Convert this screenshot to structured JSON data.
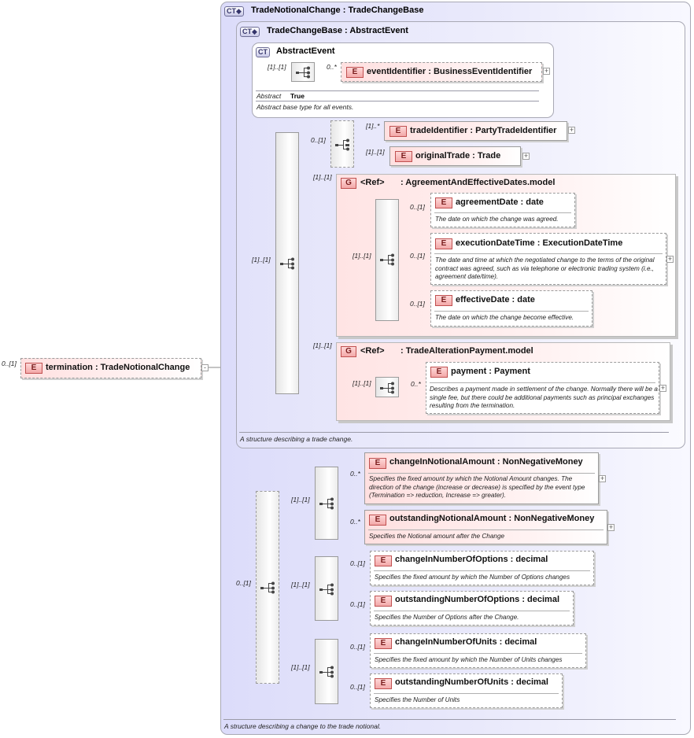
{
  "root": {
    "card": "0..[1]",
    "badge": "E",
    "title": "termination : TradeNotionalChange",
    "toggle": "-"
  },
  "ct_outer": {
    "badge": "CT◆",
    "title": "TradeNotionalChange : TradeChangeBase",
    "desc": "A structure describing a change to the trade notional."
  },
  "ct_base": {
    "badge": "CT◆",
    "title": "TradeChangeBase : AbstractEvent",
    "desc": "A structure describing a trade change."
  },
  "ct_abstract": {
    "badge": "CT",
    "title": "AbstractEvent",
    "prop_label": "Abstract",
    "prop_value": "True",
    "desc": "Abstract base type for all events.",
    "seq_card": "[1]..[1]",
    "el_card": "0..*"
  },
  "elements": {
    "eventIdentifier": {
      "badge": "E",
      "title": "eventIdentifier : BusinessEventIdentifier"
    },
    "tradeIdentifier": {
      "badge": "E",
      "title": "tradeIdentifier : PartyTradeIdentifier",
      "card": "[1]..*"
    },
    "originalTrade": {
      "badge": "E",
      "title": "originalTrade : Trade",
      "card": "[1]..[1]"
    },
    "agreementDate": {
      "badge": "E",
      "title": "agreementDate : date",
      "card": "0..[1]",
      "desc": "The date on which the change was agreed."
    },
    "executionDateTime": {
      "badge": "E",
      "title": "executionDateTime : ExecutionDateTime",
      "card": "0..[1]",
      "desc": "The date and time at which the negotiated change to the terms of the original contract was agreed, such as via telephone or electronic trading system (i.e., agreement date/time)."
    },
    "effectiveDate": {
      "badge": "E",
      "title": "effectiveDate : date",
      "card": "0..[1]",
      "desc": "The date on which the change become effective."
    },
    "payment": {
      "badge": "E",
      "title": "payment : Payment",
      "card": "0..*",
      "desc": "Describes a payment made in settlement of the change. Normally there will be a single fee, but there could be additional payments such as principal exchanges resulting from the termination."
    },
    "changeInNotionalAmount": {
      "badge": "E",
      "title": "changeInNotionalAmount : NonNegativeMoney",
      "card": "0..*",
      "desc": "Specifies the fixed amount by which the Notional Amount changes. The direction of the change (increase or decrease) is specified by the event type (Termination => reduction, Increase => greater)."
    },
    "outstandingNotionalAmount": {
      "badge": "E",
      "title": "outstandingNotionalAmount : NonNegativeMoney",
      "card": "0..*",
      "desc": "Specifies the Notional amount after the Change"
    },
    "changeInNumberOfOptions": {
      "badge": "E",
      "title": "changeInNumberOfOptions : decimal",
      "card": "0..[1]",
      "desc": "Specifies the fixed amount by which the Number of Options changes"
    },
    "outstandingNumberOfOptions": {
      "badge": "E",
      "title": "outstandingNumberOfOptions : decimal",
      "card": "0..[1]",
      "desc": "Specifies the Number of Options after the Change."
    },
    "changeInNumberOfUnits": {
      "badge": "E",
      "title": "changeInNumberOfUnits : decimal",
      "card": "0..[1]",
      "desc": "Specifies the fixed amount by which the Number of Units changes"
    },
    "outstandingNumberOfUnits": {
      "badge": "E",
      "title": "outstandingNumberOfUnits : decimal",
      "card": "0..[1]",
      "desc": "Specifies the Number of Units"
    }
  },
  "groups": {
    "agreement": {
      "badge": "G",
      "ref": "<Ref>",
      "title": ": AgreementAndEffectiveDates.model",
      "card": "[1]..[1]"
    },
    "payment": {
      "badge": "G",
      "ref": "<Ref>",
      "title": ": TradeAlterationPayment.model",
      "card": "[1]..[1]"
    }
  },
  "sequences": {
    "base_main": "[1]..[1]",
    "ids_choice": "0..[1]",
    "agreement_seq": "[1]..[1]",
    "payment_seq": "[1]..[1]",
    "outer_main": "0..[1]",
    "notional_seq": "[1]..[1]",
    "options_seq": "[1]..[1]",
    "units_seq": "[1]..[1]"
  },
  "plus_sign": "+"
}
